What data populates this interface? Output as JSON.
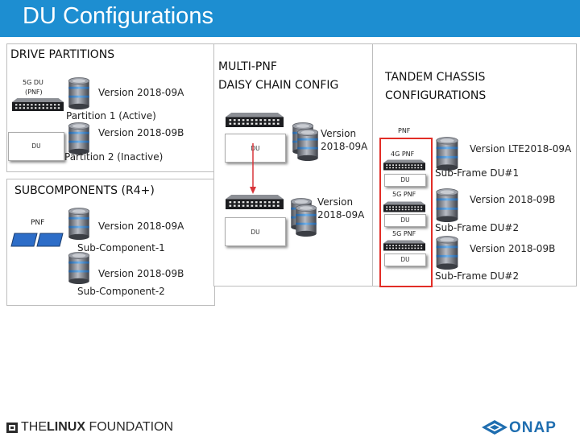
{
  "header": {
    "title": "DU Configurations"
  },
  "drive_partitions": {
    "heading": "DRIVE PARTITIONS",
    "pnf_label_line1": "5G DU",
    "pnf_label_line2": "(PNF)",
    "version_a": "Version 2018-09A",
    "partition1": "Partition 1 (Active)",
    "version_b": "Version 2018-09B",
    "du_label": "DU",
    "partition2": "Partition 2 (Inactive)"
  },
  "subcomponents": {
    "heading": "SUBCOMPONENTS (R4+)",
    "pnf_label": "PNF",
    "version_a": "Version 2018-09A",
    "sub1": "Sub-Component-1",
    "version_b": "Version 2018-09B",
    "sub2": "Sub-Component-2"
  },
  "multi_pnf": {
    "heading_line1": "MULTI-PNF",
    "heading_line2": "DAISY CHAIN CONFIG",
    "du1": "DU",
    "version1_line1": "Version",
    "version1_line2": "2018-09A",
    "du2": "DU",
    "version2_line1": "Version",
    "version2_line2": "2018-09A"
  },
  "tandem": {
    "heading_line1": "TANDEM CHASSIS",
    "heading_line2": "CONFIGURATIONS",
    "pnf": "PNF",
    "pnf_4g": "4G PNF",
    "du_a": "DU",
    "pnf_5g_1": "5G PNF",
    "du_b": "DU",
    "pnf_5g_2": "5G PNF",
    "du_c": "DU",
    "version_lte": "Version LTE2018-09A",
    "subframe1": "Sub-Frame DU#1",
    "version_b1": "Version 2018-09B",
    "subframe2a": "Sub-Frame DU#2",
    "version_b2": "Version 2018-09B",
    "subframe2b": "Sub-Frame DU#2"
  },
  "footer": {
    "linux_prefix": "THE",
    "linux_bold": "LINUX",
    "linux_suffix": " FOUNDATION",
    "onap": "ONAP"
  },
  "colors": {
    "header": "#1d8ed1",
    "red_border": "#e22d26",
    "onap_blue": "#1f6eb0",
    "navy": "#1b3d6e"
  }
}
